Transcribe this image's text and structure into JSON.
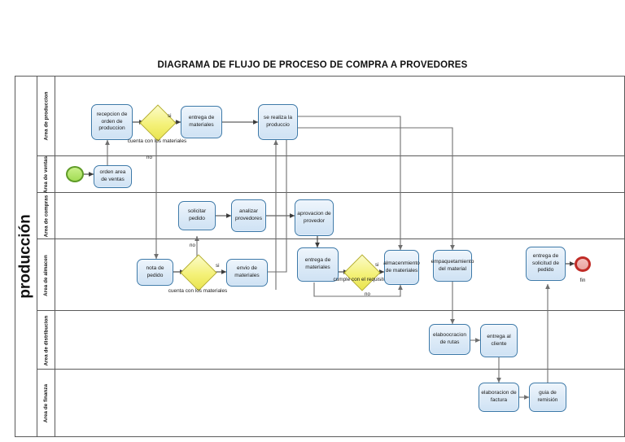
{
  "title": "DIAGRAMA DE FLUJO DE PROCESO DE COMPRA A PROVEDORES",
  "pool": {
    "label": "producción"
  },
  "lanes": [
    {
      "label": "Area de produccion"
    },
    {
      "label": "Area de ventas"
    },
    {
      "label": "Area de compras"
    },
    {
      "label": "Area de almacen"
    },
    {
      "label": "Area de distribucion"
    },
    {
      "label": "Area de finanza"
    }
  ],
  "nodes": {
    "start_event": "",
    "orden_ventas": "orden area de ventas",
    "recepcion_orden": "recepcion de orden de produccion",
    "entrega_materiales_prod": "entrega de materiales",
    "se_realiza_produccion": "se realiza la produccio",
    "solicitar_pedido": "solicitar pedido",
    "analizar_provedores": "analizar provedores",
    "aprovacion_provedor": "aprovacion de provedor",
    "nota_pedido": "nota de pedido",
    "envio_materiales": "envio de materiales",
    "entrega_materiales_alm": "entrega de materiales",
    "almacenamiento": "almacenmiento de materiales",
    "empaquetamiento": "empaquetamiento del material",
    "entrega_solicitud": "entrega de solicitud de pedido",
    "elaboracion_rutas": "elaboocracion de rutas",
    "entrega_cliente": "entrega al cliente",
    "elaboracion_factura": "elaboracion de factura",
    "guia_remision": "guia de remisión",
    "end_event": ""
  },
  "gateways": {
    "gw_produccion": "cuenta con los materiales",
    "gw_almacen": "cuenta con los materiales",
    "gw_requisito": "cumple con el requisito?"
  },
  "edge_labels": {
    "gw_prod_si": "si",
    "gw_prod_no": "no",
    "gw_alm_si": "si",
    "gw_alm_no": "no",
    "gw_req_si": "si",
    "gw_req_no": "no"
  },
  "event_labels": {
    "end": "fin"
  },
  "colors": {
    "task_border": "#3b78a8",
    "task_fill": "#dceaf7",
    "gateway_fill": "#f4f178",
    "gateway_border": "#b5ae2a",
    "start_fill": "#a3dd55",
    "start_border": "#5f9b28",
    "end_fill": "#e9a5a1",
    "end_border": "#c02b26",
    "lane_border": "#5a5a5a",
    "connector": "#3a3a3a"
  }
}
